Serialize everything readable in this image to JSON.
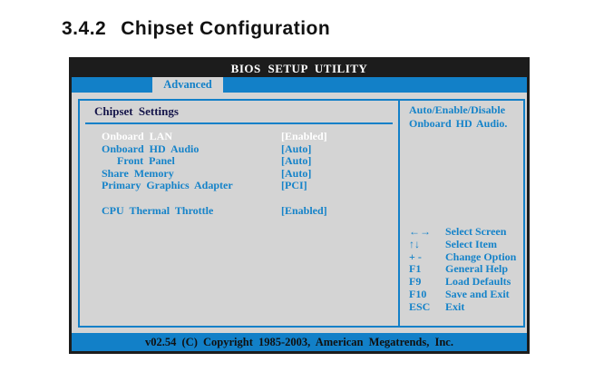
{
  "page": {
    "heading_number": "3.4.2",
    "heading_text": "Chipset Configuration"
  },
  "bios": {
    "title": "BIOS SETUP UTILITY",
    "tab": {
      "label": "Advanced"
    },
    "left": {
      "section_title": "Chipset Settings",
      "items": [
        {
          "label": "Onboard LAN",
          "value": "[Enabled]"
        },
        {
          "label": "Onboard HD Audio",
          "value": "[Auto]"
        },
        {
          "label": "Front Panel",
          "value": "[Auto]"
        },
        {
          "label": "Share Memory",
          "value": "[Auto]"
        },
        {
          "label": "Primary Graphics Adapter",
          "value": "[PCI]"
        },
        {
          "label": "CPU Thermal Throttle",
          "value": "[Enabled]"
        }
      ]
    },
    "right": {
      "help_line1": "Auto/Enable/Disable",
      "help_line2": "Onboard HD Audio.",
      "keys": [
        {
          "key": "←→",
          "action": "Select Screen"
        },
        {
          "key": "↑↓",
          "action": "Select Item"
        },
        {
          "key": "+ -",
          "action": "Change Option"
        },
        {
          "key": "F1",
          "action": "General Help"
        },
        {
          "key": "F9",
          "action": "Load Defaults"
        },
        {
          "key": "F10",
          "action": "Save and Exit"
        },
        {
          "key": "ESC",
          "action": "Exit"
        }
      ]
    },
    "footer": "v02.54 (C) Copyright 1985-2003, American Megatrends, Inc.",
    "colors": {
      "accent_blue": "#1280c8",
      "body_gray": "#d4d4d4",
      "bar_black": "#1c1c1c",
      "selected_text": "#ffffff"
    }
  }
}
